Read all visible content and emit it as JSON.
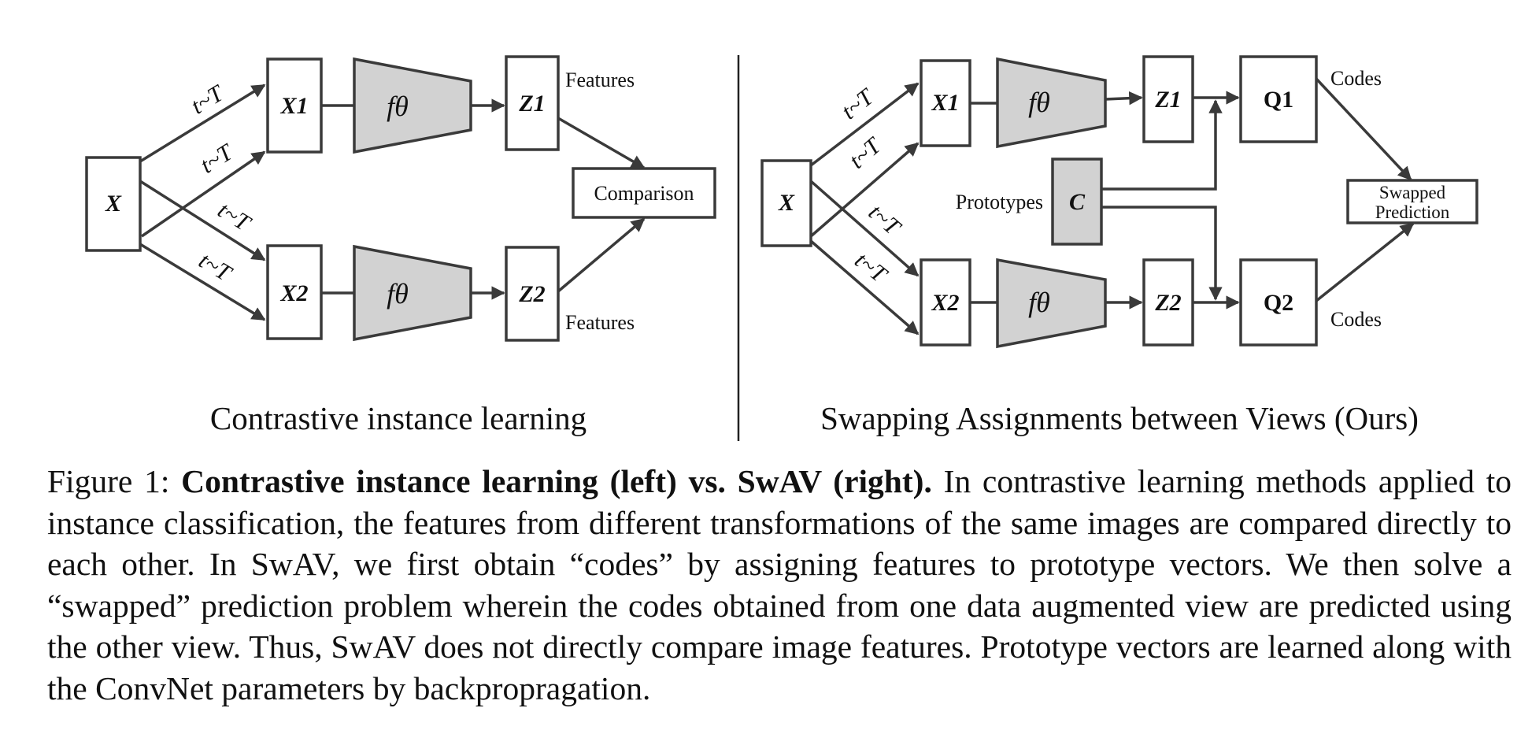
{
  "left_panel": {
    "title": "Contrastive instance learning",
    "input": "X",
    "view1": "X1",
    "view2": "X2",
    "encoder": "fθ",
    "feat1": "Z1",
    "feat2": "Z2",
    "features_label": "Features",
    "comparison_label": "Comparison",
    "transform_label": "t~T"
  },
  "right_panel": {
    "title": "Swapping Assignments between Views (Ours)",
    "input": "X",
    "view1": "X1",
    "view2": "X2",
    "encoder": "fθ",
    "feat1": "Z1",
    "feat2": "Z2",
    "code1": "Q1",
    "code2": "Q2",
    "codes_label": "Codes",
    "prototypes_label": "Prototypes",
    "prototypes_symbol": "C",
    "prediction_line1": "Swapped",
    "prediction_line2": "Prediction",
    "transform_label": "t~T"
  },
  "caption": {
    "label": "Figure 1: ",
    "bold": "Contrastive instance learning (left) vs. SwAV (right).",
    "text": " In contrastive learning methods applied to instance classification, the features from different transformations of the same images are compared directly to each other. In SwAV, we first obtain “codes” by assigning features to prototype vectors. We then solve a “swapped” prediction problem wherein the codes obtained from one data augmented view are predicted using the other view. Thus, SwAV does not directly compare image features. Prototype vectors are learned along with the ConvNet parameters by backpropragation."
  }
}
